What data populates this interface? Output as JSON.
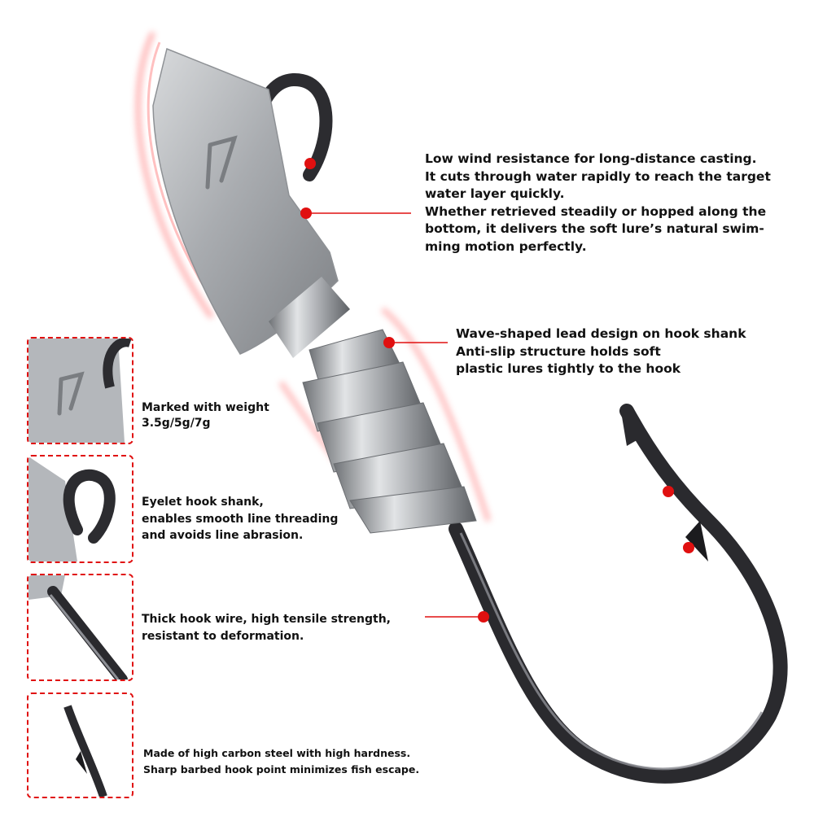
{
  "callouts": {
    "head": "Low wind resistance for long-distance casting.\nIt cuts through water rapidly to reach the target\nwater layer quickly.\nWhether retrieved steadily or hopped along the\nbottom, it delivers the soft lure’s natural swim-\nming motion perfectly.",
    "shank": "Wave-shaped lead design on hook shank\nAnti-slip structure holds soft\nplastic lures tightly to the hook",
    "wire": "Thick hook wire, high tensile strength,\nresistant to deformation."
  },
  "insets": [
    {
      "text": "Marked with weight\n3.5g/5g/7g"
    },
    {
      "text": "Eyelet hook shank,\nenables smooth line threading\nand avoids line abrasion."
    },
    {
      "text": "Thick hook wire, high tensile strength,\nresistant to deformation."
    },
    {
      "text": "Made of high carbon steel with high hardness.\nSharp barbed hook point minimizes fish escape."
    }
  ],
  "colors": {
    "accent": "#e01010",
    "lead": "#a9acb0",
    "steel": "#2a2a2e",
    "text": "#111111"
  }
}
